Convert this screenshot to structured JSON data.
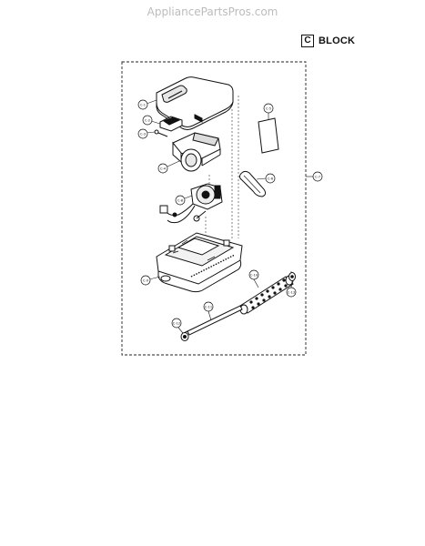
{
  "site": {
    "watermark": "AppliancePartsPros.com"
  },
  "header": {
    "block_letter": "C",
    "block_word": "BLOCK"
  },
  "callouts": {
    "housing_cover": "C-1",
    "bag_latch": "C-2",
    "screw": "C-3",
    "motor_housing": "C-4",
    "filter": "C-5",
    "belt": "C-6",
    "full_assembly": "C-7",
    "motor_switch": "C-8",
    "base": "C-9",
    "brush_roll": "C-10",
    "agitator_shaft": "C-11",
    "bearing_end": "C-12",
    "end_cap": "C-13"
  }
}
